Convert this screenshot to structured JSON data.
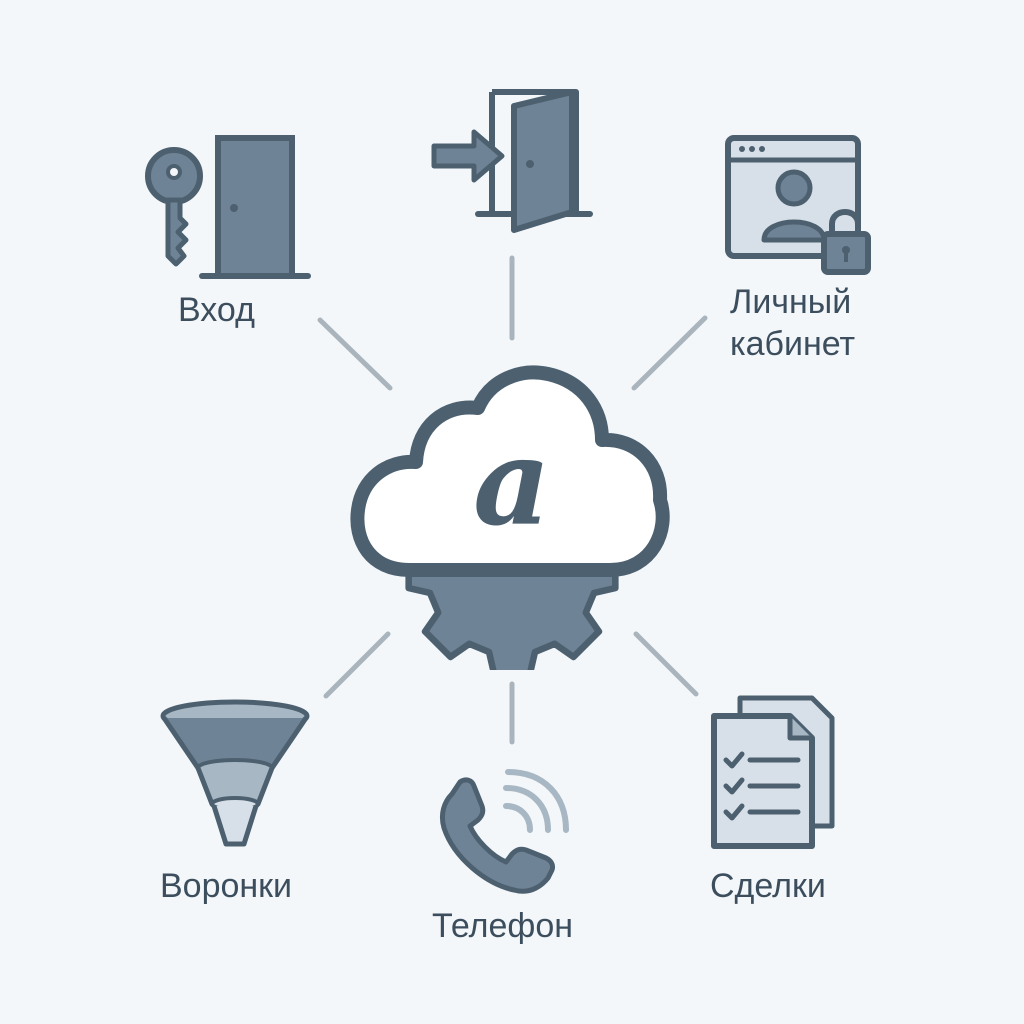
{
  "center": {
    "icon": "cloud-at-gear-icon",
    "symbol": "a"
  },
  "nodes": [
    {
      "id": "vhod",
      "label": "Вход",
      "icon": "key-door-icon"
    },
    {
      "id": "enter",
      "label": "",
      "icon": "door-enter-icon"
    },
    {
      "id": "cabinet",
      "label_lines": [
        "Личный",
        "кабинет"
      ],
      "icon": "account-lock-window-icon"
    },
    {
      "id": "funnels",
      "label": "Воронки",
      "icon": "funnel-icon"
    },
    {
      "id": "phone",
      "label": "Телефон",
      "icon": "phone-call-icon"
    },
    {
      "id": "deals",
      "label": "Сделки",
      "icon": "documents-checklist-icon"
    }
  ],
  "colors": {
    "background": "#f4f7f9",
    "stroke": "#4c6070",
    "fill": "#6f8396",
    "fill_light": "#a8b7c4",
    "fill_pale": "#d7e0e8",
    "line": "#a9b4bd",
    "text": "#3c4e5d"
  }
}
